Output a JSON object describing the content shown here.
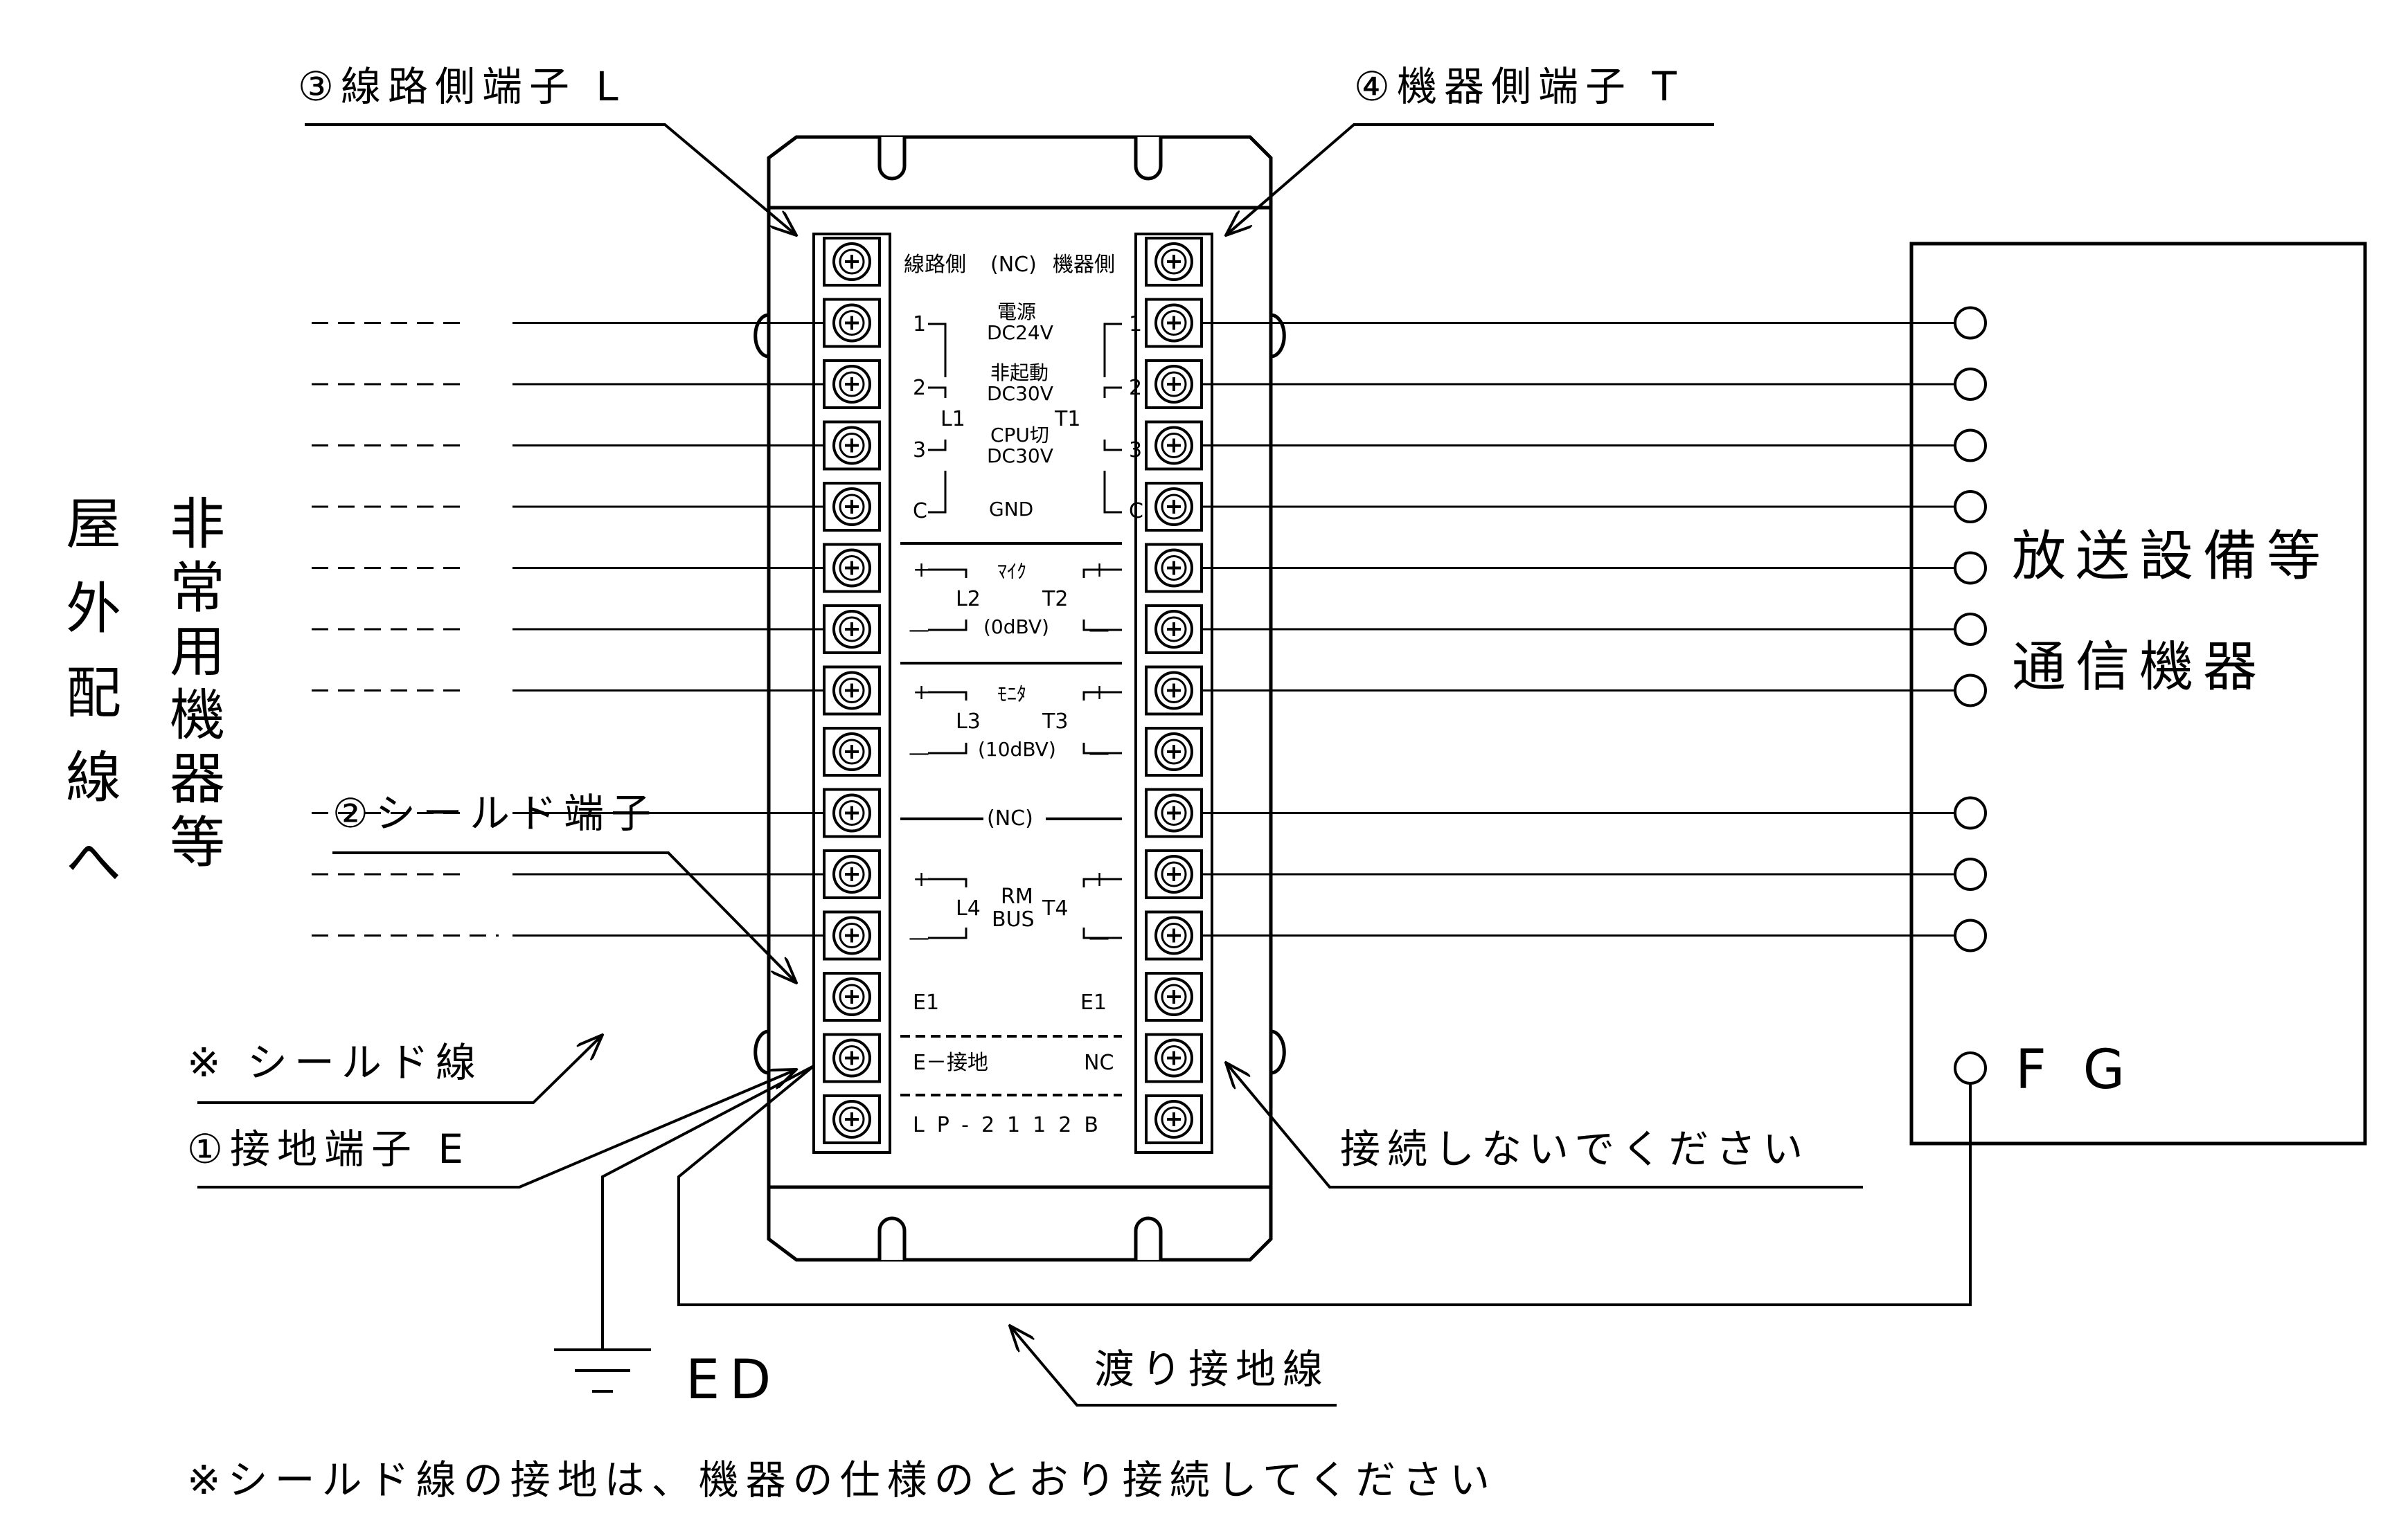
{
  "labels": {
    "callout_line_terminal": "③線路側端子 L",
    "callout_equipment_terminal": "④機器側端子 T",
    "callout_shield_terminal": "②シールド端子",
    "callout_shield_wire": "※ シールド線",
    "callout_ground_terminal": "①接地端子 E",
    "callout_do_not_connect": "接続しないでください",
    "callout_jumper_ground": "渡り接地線",
    "ground_symbol_label": "ED",
    "footnote": "※シールド線の接地は、機器の仕様のとおり接続してください",
    "left_side_col1": [
      "屋",
      "外",
      "配",
      "線",
      "へ"
    ],
    "left_side_col2": [
      "非",
      "常",
      "用",
      "機",
      "器",
      "等"
    ],
    "right_box_line1": "放送設備等",
    "right_box_line2": "通信機器",
    "fg_label": "F G"
  },
  "device": {
    "header_left": "線路側",
    "header_nc": "(NC)",
    "header_right": "機器側",
    "model": "LP-2112B",
    "terminal_count_per_side": 15,
    "power_group": {
      "left_labels": [
        "1",
        "2",
        "3",
        "C"
      ],
      "right_labels": [
        "1",
        "2",
        "3",
        "C"
      ],
      "left_group": "L1",
      "right_group": "T1",
      "sig1_a": "電源",
      "sig1_b": "DC24V",
      "sig2_a": "非起動",
      "sig2_b": "DC30V",
      "sig3_a": "CPU切",
      "sig3_b": "DC30V",
      "gnd": "GND"
    },
    "mic_group": {
      "left": "L2",
      "right": "T2",
      "name": "ﾏｲｸ",
      "level": "(0dBV)"
    },
    "monitor_group": {
      "left": "L3",
      "right": "T3",
      "name": "ﾓﾆﾀ",
      "level": "(10dBV)"
    },
    "nc_row": "(NC)",
    "rmbus_group": {
      "left": "L4",
      "right": "T4",
      "name1": "RM",
      "name2": "BUS"
    },
    "e1_left": "E1",
    "e1_right": "E1",
    "ground_left": "E－接地",
    "ground_right": "NC",
    "plus": "+",
    "minus": "—"
  }
}
